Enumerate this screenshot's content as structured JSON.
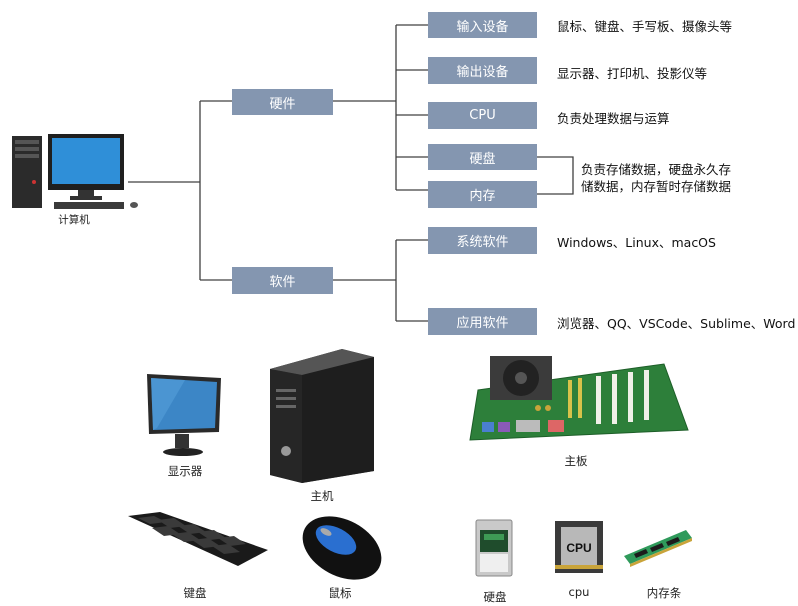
{
  "root": {
    "label": "计算机",
    "icon": "computer-icon"
  },
  "hardware": {
    "label": "硬件",
    "items": [
      {
        "label": "输入设备",
        "desc": "鼠标、键盘、手写板、摄像头等"
      },
      {
        "label": "输出设备",
        "desc": "显示器、打印机、投影仪等"
      },
      {
        "label": "CPU",
        "desc": "负责处理数据与运算"
      },
      {
        "label": "硬盘"
      },
      {
        "label": "内存"
      }
    ],
    "storage_desc_line1": "负责存储数据，硬盘永久存",
    "storage_desc_line2": "储数据，内存暂时存储数据"
  },
  "software": {
    "label": "软件",
    "items": [
      {
        "label": "系统软件",
        "desc": "Windows、Linux、macOS"
      },
      {
        "label": "应用软件",
        "desc": "浏览器、QQ、VSCode、Sublime、Word"
      }
    ]
  },
  "gallery": {
    "monitor": "显示器",
    "tower": "主机",
    "motherboard": "主板",
    "keyboard": "键盘",
    "mouse": "鼠标",
    "hdd": "硬盘",
    "cpu": "cpu",
    "cpu_chip_text": "CPU",
    "ram": "内存条"
  },
  "colors": {
    "box": "#8496b0",
    "line": "#404040"
  }
}
